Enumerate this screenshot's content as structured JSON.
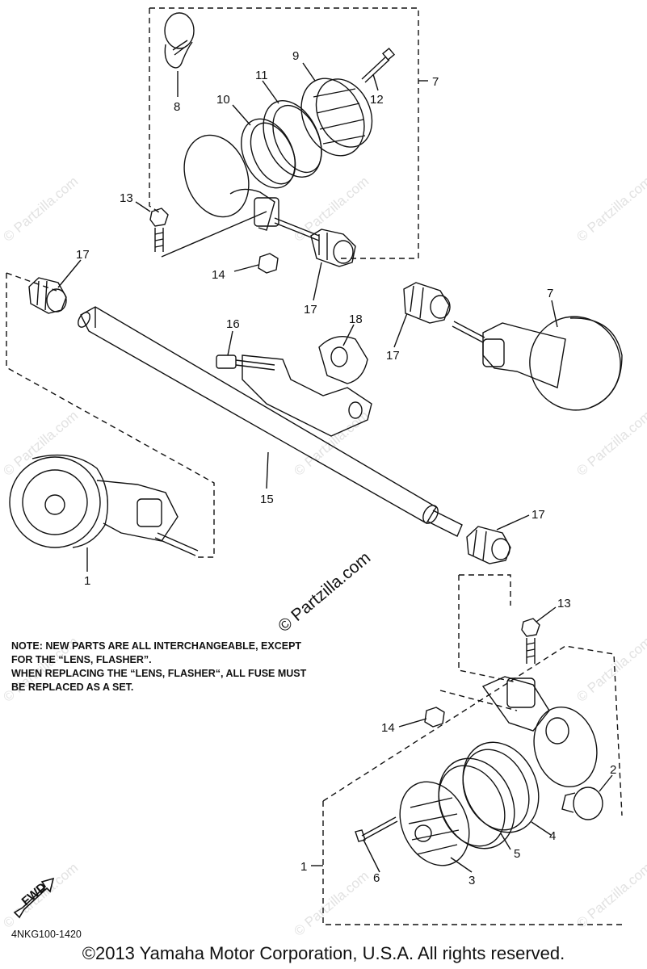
{
  "diagram": {
    "callouts": [
      "1",
      "2",
      "3",
      "4",
      "5",
      "6",
      "7",
      "8",
      "9",
      "10",
      "11",
      "12",
      "13",
      "14",
      "15",
      "16",
      "17",
      "18"
    ],
    "fwd_label": "FWD",
    "watermark": "© Partzilla.com"
  },
  "note": {
    "lines": [
      "NOTE: NEW PARTS ARE ALL INTERCHANGEABLE, EXCEPT",
      "FOR THE “LENS, FLASHER”.",
      "WHEN REPLACING THE “LENS, FLASHER“, ALL FUSE MUST",
      "BE REPLACED AS A SET."
    ]
  },
  "diagram_code": "4NKG100-1420",
  "watermark_link": "© Partzilla.com",
  "copyright": "©2013 Yamaha Motor Corporation, U.S.A. All rights reserved."
}
